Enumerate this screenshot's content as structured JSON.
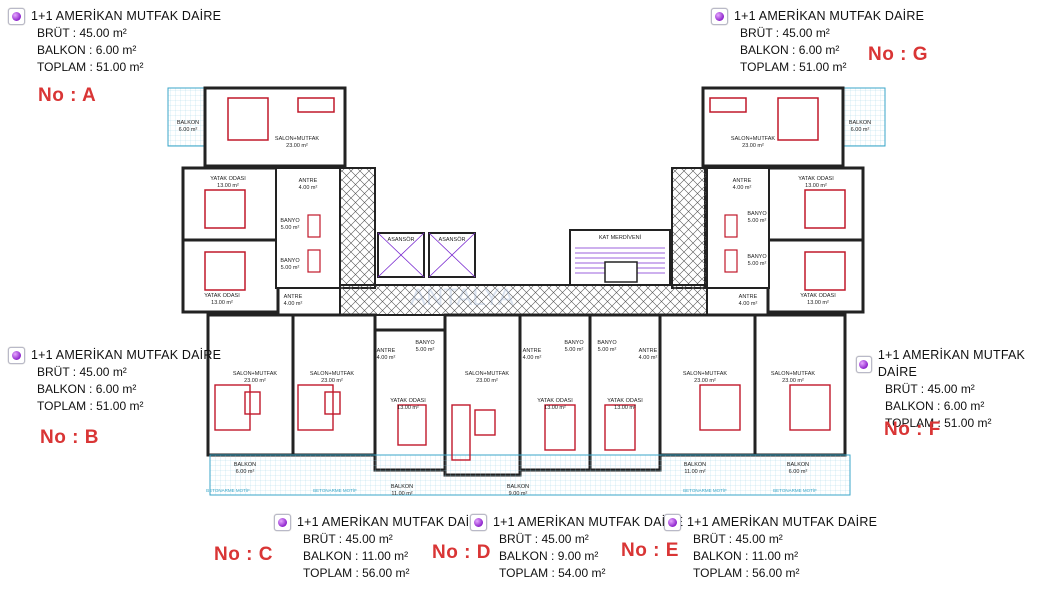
{
  "units": [
    {
      "id": "A",
      "title": "1+1 AMERİKAN MUTFAK DAİRE",
      "brut": "BRÜT : 45.00 m²",
      "balkon": "BALKON : 6.00 m²",
      "toplam": "TOPLAM : 51.00 m²",
      "no": "No : A"
    },
    {
      "id": "G",
      "title": "1+1 AMERİKAN MUTFAK DAİRE",
      "brut": "BRÜT : 45.00 m²",
      "balkon": "BALKON : 6.00 m²",
      "toplam": "TOPLAM : 51.00 m²",
      "no": "No : G"
    },
    {
      "id": "B",
      "title": "1+1 AMERİKAN MUTFAK DAİRE",
      "brut": "BRÜT : 45.00 m²",
      "balkon": "BALKON : 6.00 m²",
      "toplam": "TOPLAM : 51.00 m²",
      "no": "No : B"
    },
    {
      "id": "F",
      "title": "1+1 AMERİKAN MUTFAK DAİRE",
      "brut": "BRÜT : 45.00 m²",
      "balkon": "BALKON : 6.00 m²",
      "toplam": "TOPLAM : 51.00 m²",
      "no": "No : F"
    },
    {
      "id": "C",
      "title": "1+1 AMERİKAN MUTFAK DAİRE",
      "brut": "BRÜT : 45.00 m²",
      "balkon": "BALKON : 11.00 m²",
      "toplam": "TOPLAM : 56.00 m²",
      "no": "No : C"
    },
    {
      "id": "D",
      "title": "1+1 AMERİKAN MUTFAK DAİRE",
      "brut": "BRÜT : 45.00 m²",
      "balkon": "BALKON : 9.00 m²",
      "toplam": "TOPLAM : 54.00 m²",
      "no": "No : D"
    },
    {
      "id": "E",
      "title": "1+1 AMERİKAN MUTFAK DAİRE",
      "brut": "BRÜT : 45.00 m²",
      "balkon": "BALKON : 11.00 m²",
      "toplam": "TOPLAM : 56.00 m²",
      "no": "No : E"
    }
  ],
  "plan_labels": {
    "balkon": "BALKON",
    "salon_mutfak": "SALON+MUTFAK",
    "yatak_odasi": "YATAK ODASI",
    "antre": "ANTRE",
    "banyo": "BANYO",
    "asansor": "ASANSÖR",
    "kat_merdiveni": "KAT MERDİVENİ",
    "betonarme_motif": "BETONARME MOTİF",
    "a6": "6.00 m²",
    "a23": "23.00 m²",
    "a13": "13.00 m²",
    "a4": "4.00 m²",
    "a5": "5.00 m²",
    "a11": "11.00 m²",
    "a9": "9.00 m²",
    "watermark": "ANTALYA"
  },
  "colors": {
    "wall": "#2a2a2a",
    "furniture": "#c0182a",
    "hatch": "#444",
    "balcony": "#3aa6c8",
    "accent_red": "#d93535",
    "stair": "#7a2bd0"
  }
}
